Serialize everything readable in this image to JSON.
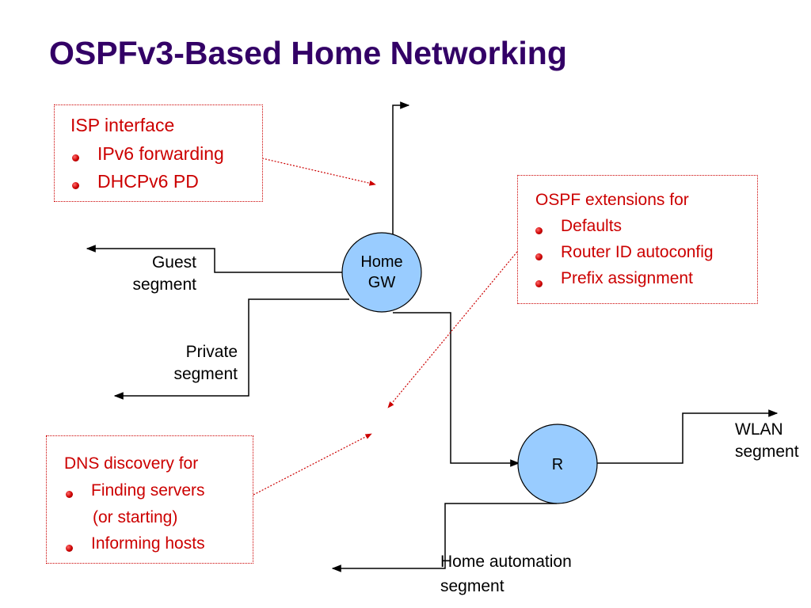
{
  "title": "OSPFv3-Based Home Networking",
  "nodes": {
    "home_gw": {
      "line1": "Home",
      "line2": "GW"
    },
    "r": {
      "label": "R"
    }
  },
  "segments": {
    "guest": {
      "line1": "Guest",
      "line2": "segment"
    },
    "private": {
      "line1": "Private",
      "line2": "segment"
    },
    "wlan": {
      "line1": "WLAN",
      "line2": "segment"
    },
    "home_automation": {
      "line1": "Home automation",
      "line2": "segment"
    }
  },
  "isp_box": {
    "heading": "ISP interface",
    "items": [
      "IPv6 forwarding",
      "DHCPv6 PD"
    ]
  },
  "ospf_box": {
    "heading": "OSPF extensions for",
    "items": [
      "Defaults",
      "Router ID autoconfig",
      "Prefix assignment"
    ]
  },
  "dns_box": {
    "heading": "DNS discovery for",
    "items": [
      "Finding servers",
      "(or starting)",
      "Informing hosts"
    ]
  },
  "colors": {
    "title": "#330066",
    "callout_text": "#cc0000",
    "node_fill": "#99ccff",
    "line": "#000000"
  }
}
